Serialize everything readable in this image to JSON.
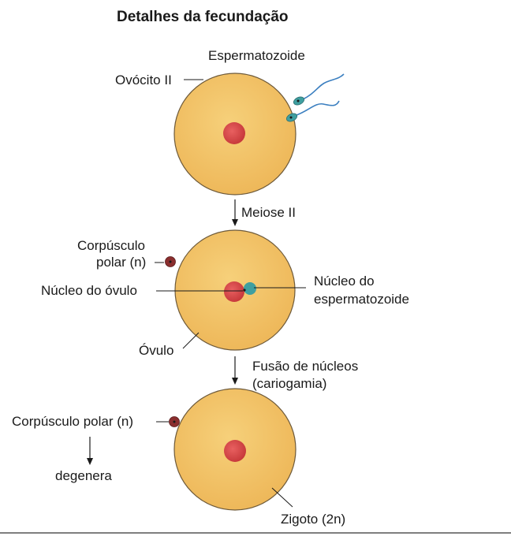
{
  "title": "Detalhes da fecundação",
  "labels": {
    "espermatozoide": "Espermatozoide",
    "ovocito": "Ovócito II",
    "meiose": "Meiose II",
    "corpusculo_1_line1": "Corpúsculo",
    "corpusculo_1_line2": "polar (n)",
    "nucleo_ovulo": "Núcleo do óvulo",
    "nucleo_esperm_line1": "Núcleo do",
    "nucleo_esperm_line2": "espermatozoide",
    "ovulo": "Óvulo",
    "fusao_line1": "Fusão de núcleos",
    "fusao_line2": "(cariogamia)",
    "corpusculo_2": "Corpúsculo polar (n)",
    "degenera": "degenera",
    "zigoto": "Zigoto (2n)"
  },
  "colors": {
    "cell_fill": "#f2c46a",
    "cell_stroke": "#6e5a3a",
    "nucleus": "#d8474a",
    "sperm_nucleus": "#3f9fa0",
    "sperm_tail": "#3b7fc0",
    "polar_body": "#8a2e2e",
    "line": "#1a1a1a"
  }
}
